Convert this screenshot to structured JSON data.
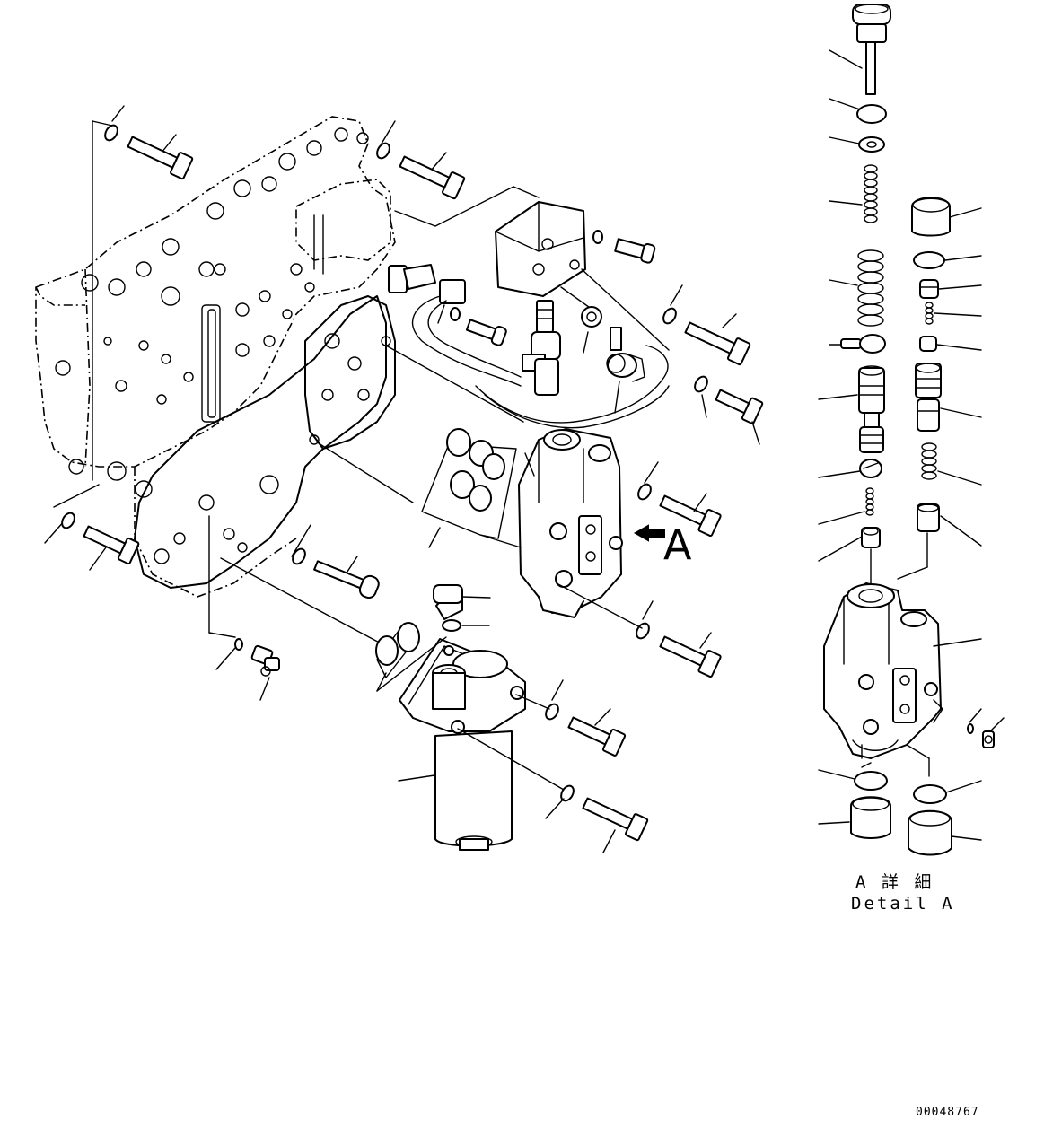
{
  "view_marker": "A",
  "detail_title_jp": "A 詳 細",
  "detail_title_en": "Detail A",
  "drawing_number": "00048767"
}
